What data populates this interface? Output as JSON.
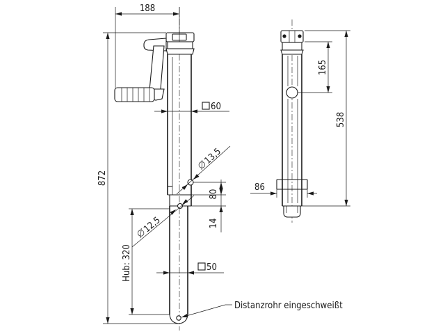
{
  "dimensions": {
    "crank_offset": "188",
    "tube_outer": "60",
    "hole_upper": "13,5",
    "hole_spacing": "80",
    "hole_offset": "14",
    "hole_lower": "12,5",
    "stroke": "Hub: 320",
    "tube_inner": "50",
    "total_height": "872",
    "top_to_hole": "165",
    "side_height": "538",
    "flange_width": "86"
  },
  "note": "Distanzrohr eingeschweißt"
}
